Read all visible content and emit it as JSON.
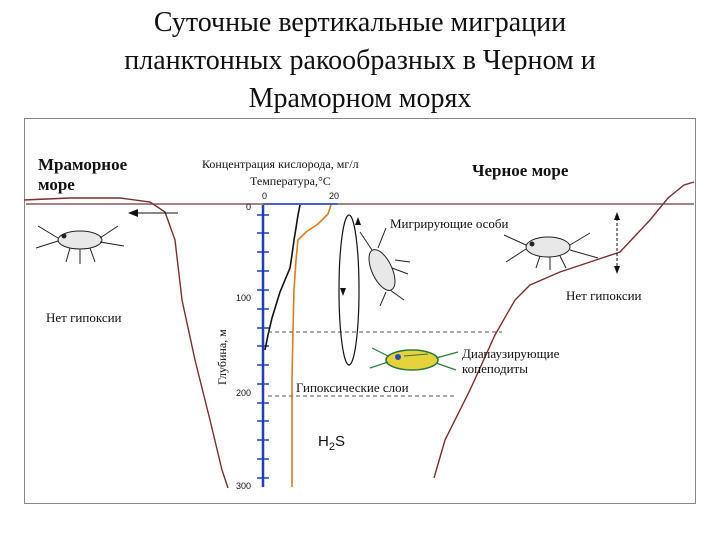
{
  "title": {
    "line1": "Суточные вертикальные миграции",
    "line2": "планктонных ракообразных в Черном и",
    "line3": "Мраморном морях"
  },
  "diagram": {
    "marmara_label_1": "Мраморное",
    "marmara_label_2": "море",
    "black_sea_label": "Черное море",
    "oxygen_axis_label": "Концентрация кислорода, мг/л",
    "temperature_axis_label": "Температура,°С",
    "top_ticks": [
      "0",
      "20"
    ],
    "depth_axis_label": "Глубина, м",
    "depth_ticks": [
      "0",
      "100",
      "200",
      "300"
    ],
    "migrating_label": "Мигрирующие особи",
    "no_hypoxia_left": "Нет гипоксии",
    "no_hypoxia_right": "Нет гипоксии",
    "diapause_label_1": "Диапаузирующие",
    "diapause_label_2": "копеподиты",
    "hypoxic_layers_label": "Гипоксические слои",
    "h2s_label": "H",
    "h2s_subscript": "2",
    "h2s_tail": "S"
  },
  "colors": {
    "water_line": "#6b3a3a",
    "bottom_profile": "#7a2e2e",
    "axis": "#1f3fbf",
    "temperature_curve": "#e07a1a",
    "oxygen_curve": "#111111",
    "copepod_body": "#e6d23a",
    "copepod_accent": "#2a7a3a"
  }
}
